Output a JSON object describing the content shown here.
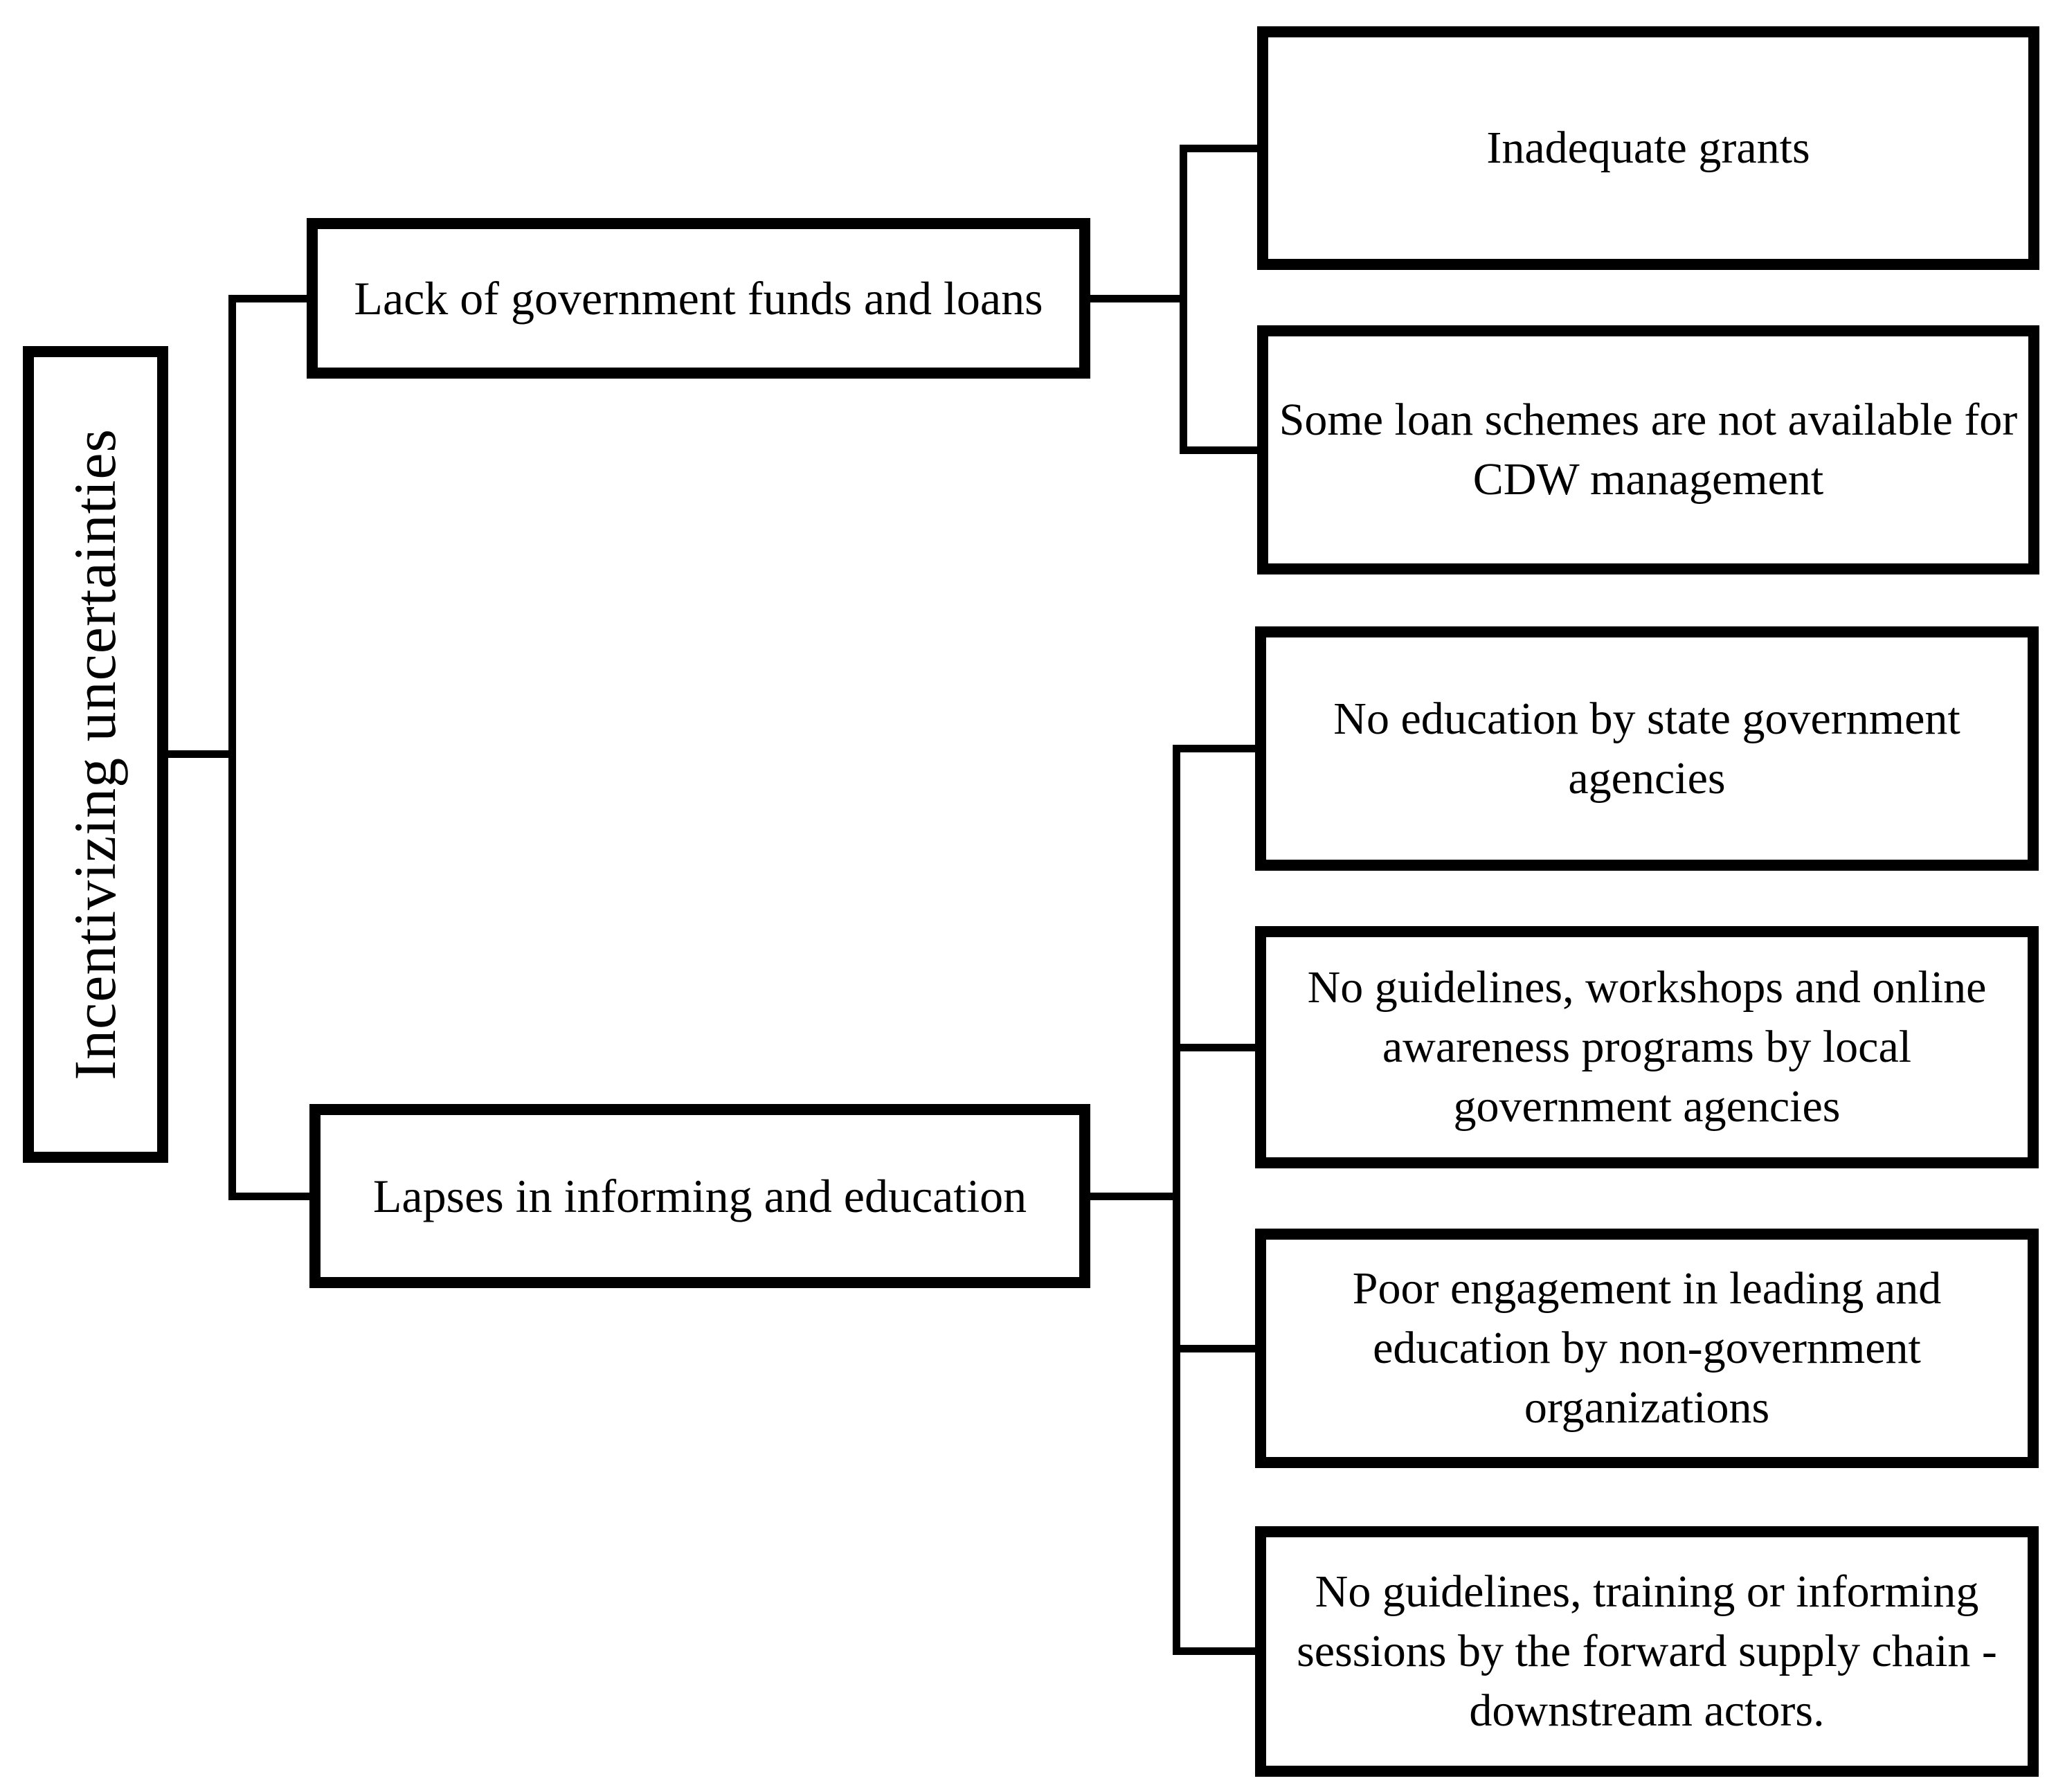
{
  "diagram": {
    "type": "hierarchy-tree",
    "orientation": "left-to-right",
    "colors": {
      "line": "#000000",
      "background": "#ffffff",
      "text": "#000000"
    },
    "root": {
      "label": "Incentivizing uncertainties"
    },
    "branches": [
      {
        "label": "Lack of government funds and loans",
        "children": [
          "Inadequate grants",
          "Some loan schemes are not available for CDW management"
        ]
      },
      {
        "label": "Lapses in informing and education",
        "children": [
          "No education by state government agencies",
          "No guidelines, workshops and online awareness programs by local government agencies",
          "Poor engagement in leading and education by non-government organizations",
          "No guidelines, training or informing sessions by the forward supply chain - downstream actors."
        ]
      }
    ]
  }
}
